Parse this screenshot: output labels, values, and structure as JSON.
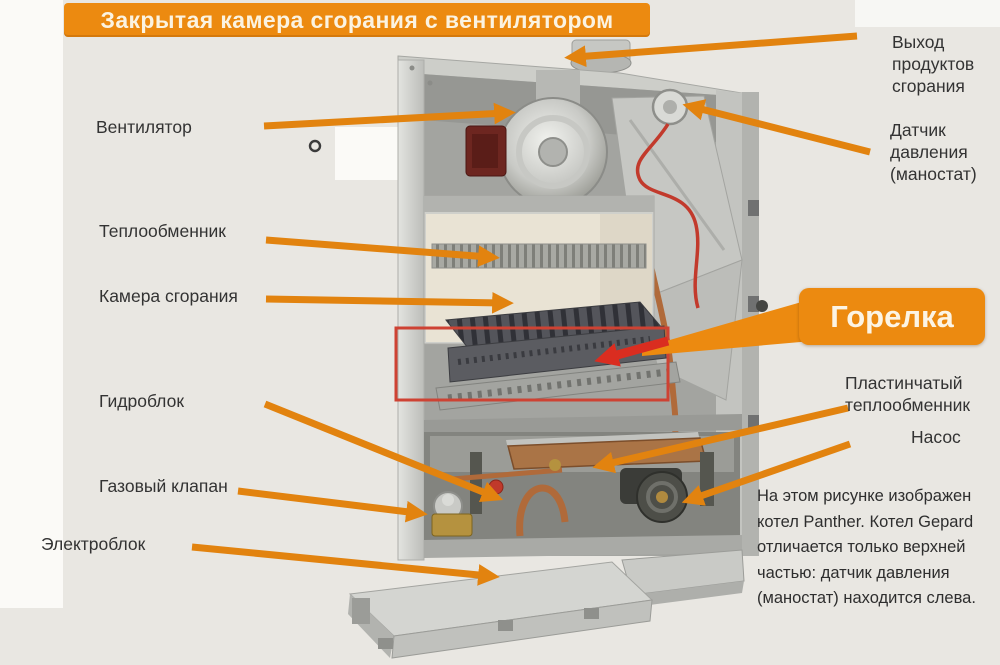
{
  "title": "Закрытая камера сгорания с вентилятором",
  "labels": {
    "fan": "Вентилятор",
    "heat_exchanger": "Теплообменник",
    "combustion_chamber": "Камера сгорания",
    "hydroblock": "Гидроблок",
    "gas_valve": "Газовый клапан",
    "electric_block": "Электроблок",
    "flue_exit": "Выход продуктов сгорания",
    "pressure_sensor": "Датчик давления (маностат)",
    "burner": "Горелка",
    "plate_heat_exchanger": "Пластинчатый теплообменник",
    "pump": "Насос"
  },
  "note": "На этом рисунке изображен котел Panther.  Котел Gepard отличается только верхней частью: датчик давления (маностат) находится слева.",
  "colors": {
    "accent_orange": "#EC8A10",
    "arrow_orange": "#E2830F",
    "highlight_red": "#CE4233",
    "red_arrow": "#DA2D20",
    "label_text": "#333333",
    "background": "#E9E7E2"
  }
}
